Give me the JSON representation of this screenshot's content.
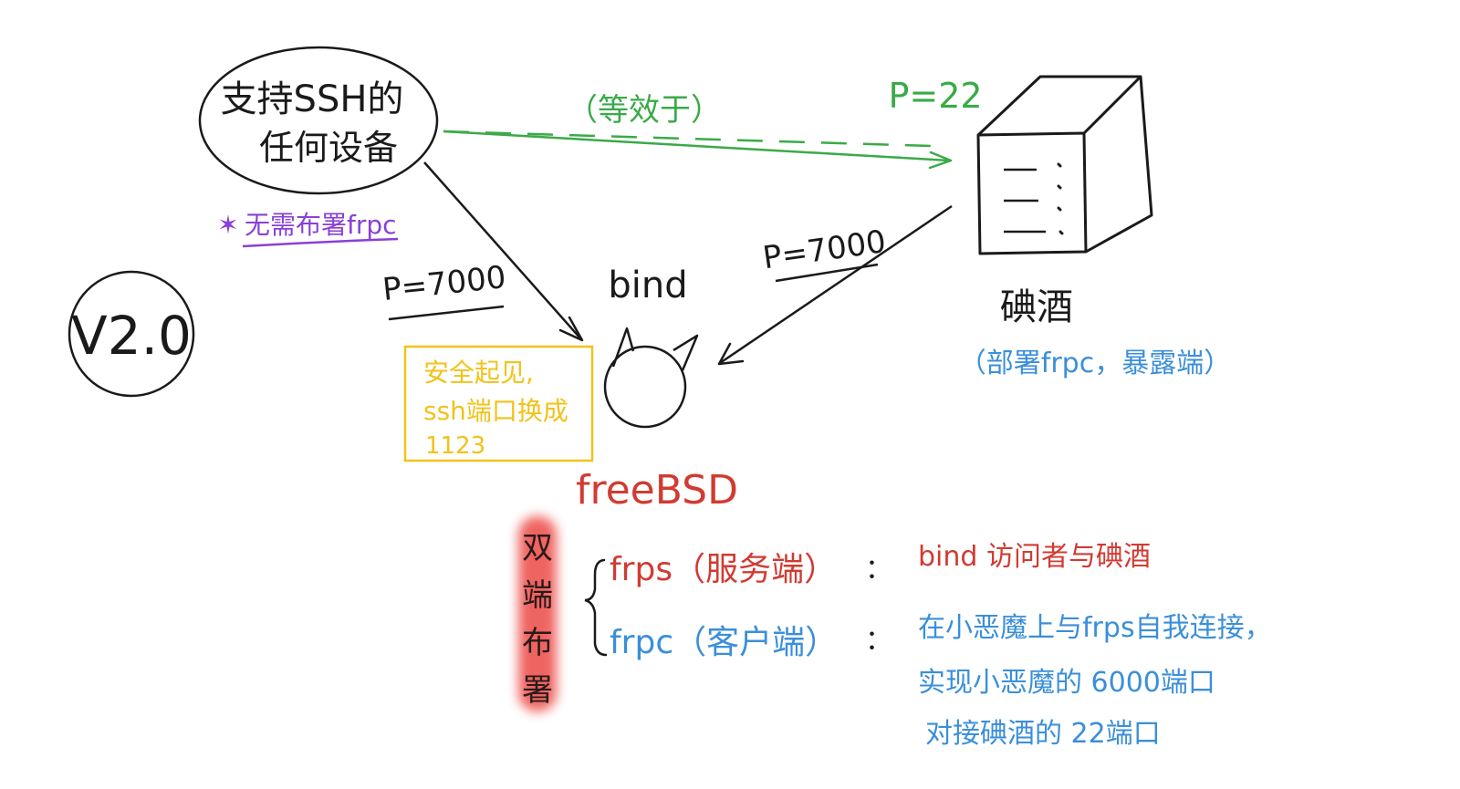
{
  "device": {
    "line1": "支持SSH的",
    "line2": "任何设备",
    "note_star": "✶",
    "note": "无需布署frpc"
  },
  "version": "V2.0",
  "links": {
    "equivalent": "（等效于）",
    "p22": "P=22",
    "p7000_left": "P=7000",
    "p7000_right": "P=7000"
  },
  "bind_node": {
    "label": "bind",
    "security_line1": "安全起见,",
    "security_line2": "ssh端口换成",
    "security_line3": "1123",
    "os": "freeBSD"
  },
  "server": {
    "name": "碘酒",
    "role": "（部署frpc，暴露端）"
  },
  "deploy": {
    "badge": [
      "双",
      "端",
      "布",
      "署"
    ],
    "frps_label": "frps（服务端）",
    "frps_colon": "：",
    "frps_desc": "bind 访问者与碘酒",
    "frpc_label": "frpc（客户端）",
    "frpc_colon": "：",
    "frpc_desc1": "在小恶魔上与frps自我连接，",
    "frpc_desc2": "实现小恶魔的 6000端口",
    "frpc_desc3": "对接碘酒的 22端口"
  },
  "colors": {
    "ink": "#1a1a1a",
    "green": "#3aaa48",
    "purple": "#8a3fd6",
    "yellow": "#f2c21a",
    "red": "#d13b32",
    "blue": "#3b8fd9",
    "badge_red": "#ec4a44"
  }
}
